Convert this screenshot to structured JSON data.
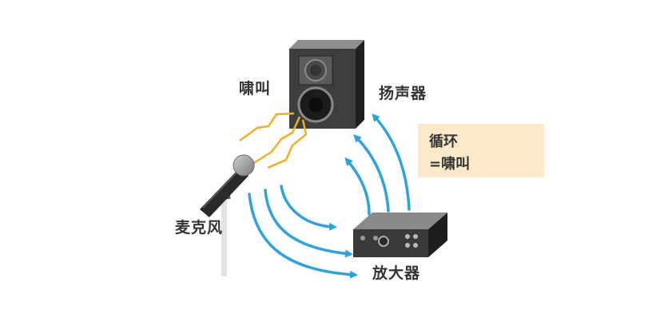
{
  "labels": {
    "howl": "啸叫",
    "speaker": "扬声器",
    "microphone": "麦克风",
    "amplifier": "放大器"
  },
  "note": {
    "line1": "循环",
    "line2": "=啸叫"
  },
  "colors": {
    "arrow": "#2aa3e0",
    "lightning": "#f2b01e",
    "speaker_body": "#3e3e3e",
    "amplifier_body": "#3a3a3a",
    "note_bg": "#fbe9c9",
    "text": "#333333"
  }
}
